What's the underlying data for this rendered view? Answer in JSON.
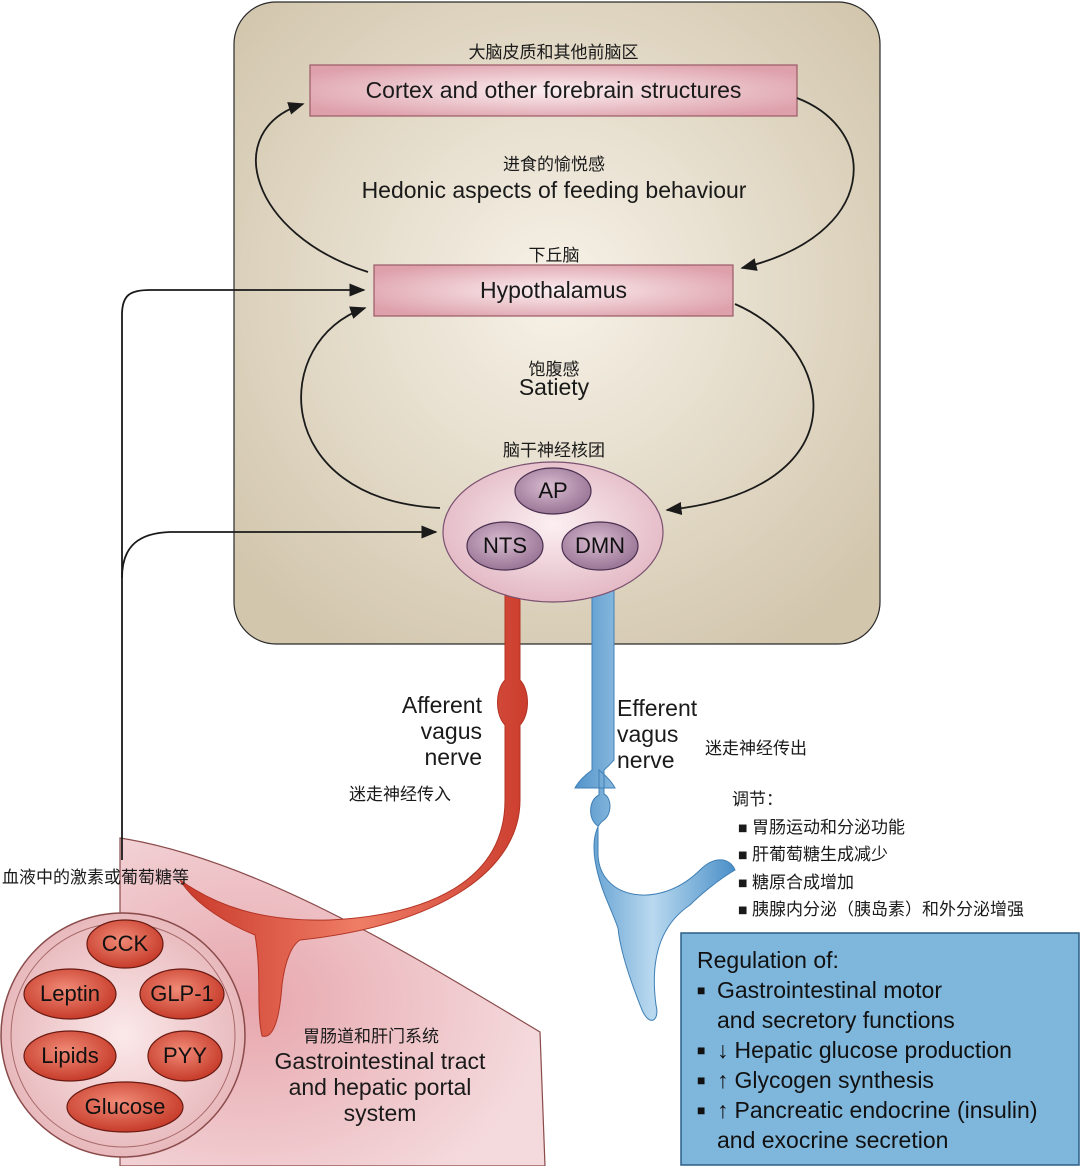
{
  "forebrain": {
    "label_zh": "大脑皮质和其他前脑区",
    "label_en": "Cortex and other forebrain structures"
  },
  "hedonic": {
    "label_zh": "进食的愉悦感",
    "label_en": "Hedonic aspects of feeding behaviour"
  },
  "hypothalamus": {
    "label_zh": "下丘脑",
    "label_en": "Hypothalamus"
  },
  "satiety": {
    "label_zh": "饱腹感",
    "label_en": "Satiety"
  },
  "brainstem": {
    "label_zh": "脑干神经核团",
    "nuclei": {
      "ap": "AP",
      "nts": "NTS",
      "dmn": "DMN"
    }
  },
  "afferent": {
    "line1": "Afferent",
    "line2": "vagus",
    "line3": "nerve",
    "label_zh": "迷走神经传入"
  },
  "efferent": {
    "line1": "Efferent",
    "line2": "vagus",
    "line3": "nerve",
    "label_zh": "迷走神经传出"
  },
  "blood": {
    "label_zh": "血液中的激素或葡萄糖等"
  },
  "hormones": [
    "CCK",
    "Leptin",
    "GLP-1",
    "Lipids",
    "PYY",
    "Glucose"
  ],
  "gi": {
    "label_zh": "胃肠道和肝门系统",
    "line1": "Gastrointestinal tract",
    "line2": "and hepatic portal",
    "line3": "system"
  },
  "regulation_zh": {
    "title": "调节：",
    "items": [
      "胃肠运动和分泌功能",
      "肝葡萄糖生成减少",
      "糖原合成增加",
      "胰腺内分泌（胰岛素）和外分泌增强"
    ]
  },
  "regulation_en": {
    "title": "Regulation of:",
    "item1_line1": "Gastrointestinal motor",
    "item1_line2": "and secretory functions",
    "item2_arrow": "↓",
    "item2": "Hepatic glucose production",
    "item3_arrow": "↑",
    "item3": "Glycogen synthesis",
    "item4_arrow": "↑",
    "item4_line1": "Pancreatic endocrine (insulin)",
    "item4_line2": "and exocrine secretion"
  },
  "colors": {
    "brain_bg": "#ddd3bf",
    "box_fill": "#e2a8b2",
    "afferent": "#d94a33",
    "efferent": "#5f9ccf",
    "panel": "#7fb6dc",
    "hormone": "#d94a33"
  }
}
